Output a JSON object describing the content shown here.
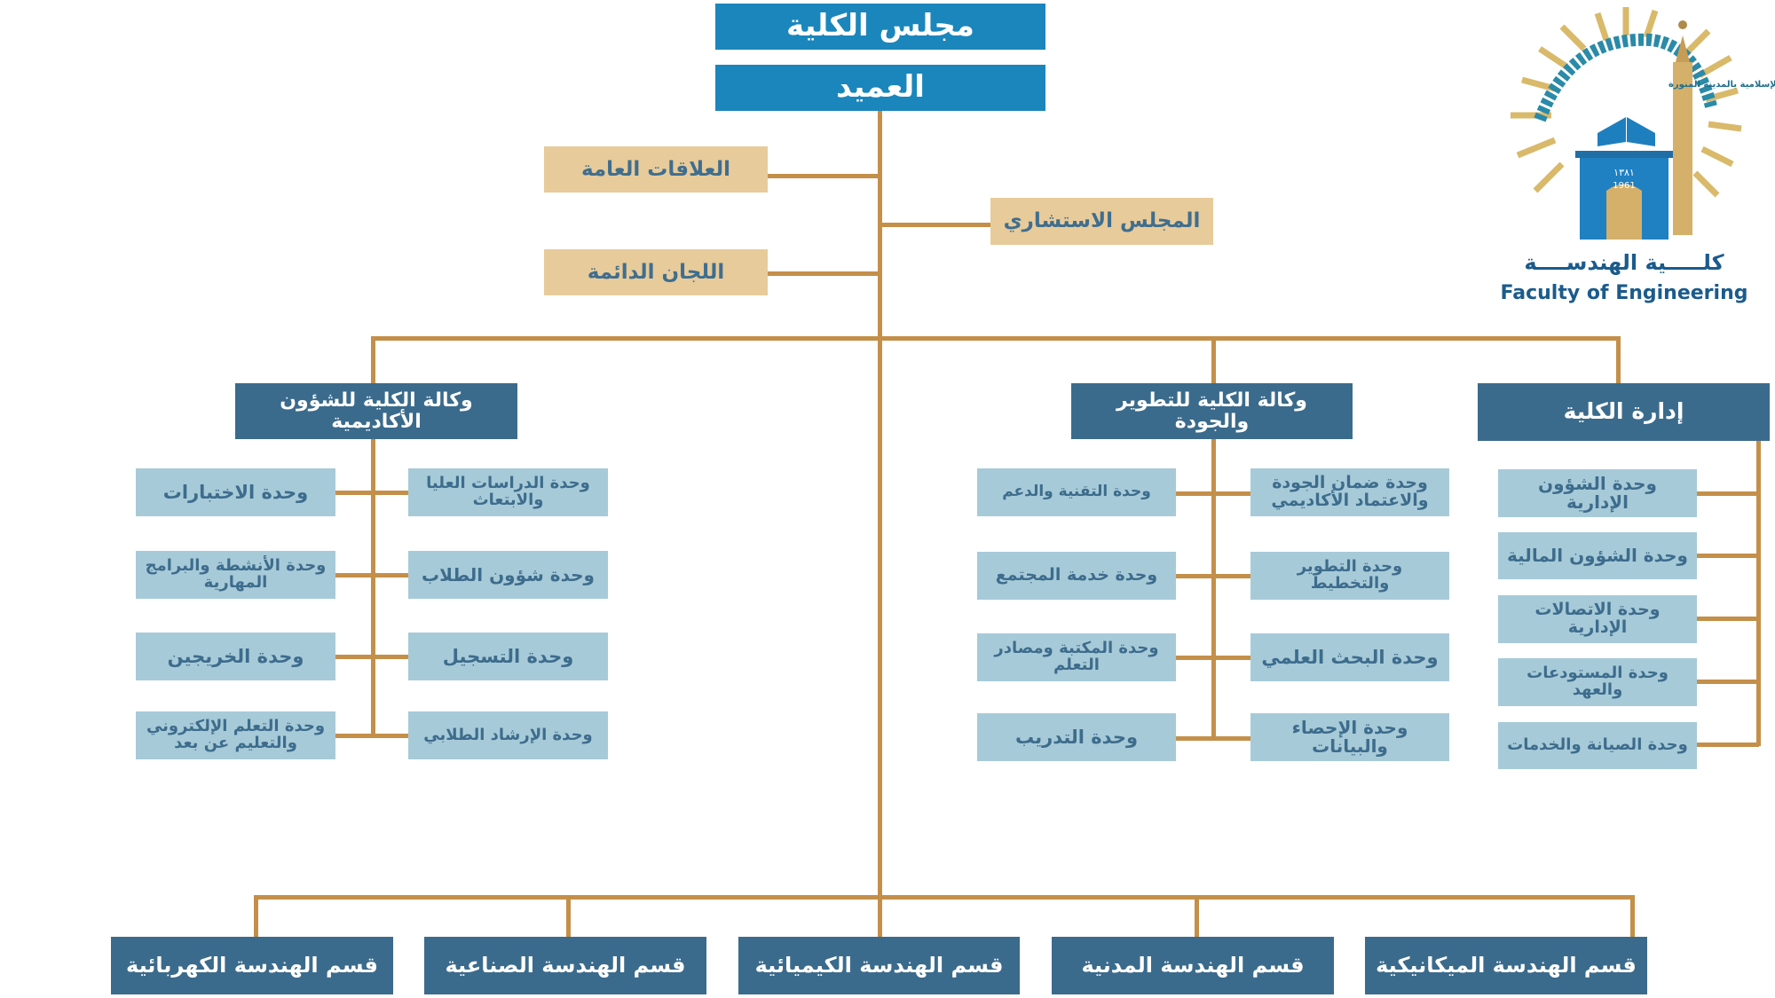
{
  "top": {
    "council": "مجلس الكلية",
    "dean": "العميد"
  },
  "side": {
    "public_relations": "العلاقات العامة",
    "standing_committees": "اللجان الدائمة",
    "advisory_council": "المجلس الاستشاري"
  },
  "academic": {
    "title": "وكالة الكلية للشؤون الأكاديمية",
    "units": [
      "وحدة الدراسات العليا والابتعاث",
      "وحدة الاختبارات",
      "وحدة شؤون الطلاب",
      "وحدة الأنشطة والبرامج المهارية",
      "وحدة التسجيل",
      "وحدة الخريجين",
      "وحدة الإرشاد الطلابي",
      "وحدة التعلم الإلكتروني والتعليم عن بعد"
    ]
  },
  "development": {
    "title": "وكالة الكلية للتطوير والجودة",
    "units": [
      "وحدة ضمان الجودة والاعتماد الأكاديمي",
      "وحدة التقنية والدعم",
      "وحدة التطوير والتخطيط",
      "وحدة خدمة المجتمع",
      "وحدة البحث العلمي",
      "وحدة المكتبة ومصادر التعلم",
      "وحدة الإحصاء والبيانات",
      "وحدة التدريب"
    ]
  },
  "administration": {
    "title": "إدارة الكلية",
    "units": [
      "وحدة الشؤون الإدارية",
      "وحدة الشؤون المالية",
      "وحدة الاتصالات الإدارية",
      "وحدة المستودعات والعهد",
      "وحدة الصيانة والخدمات"
    ]
  },
  "departments": [
    "قسم الهندسة الكهربائية",
    "قسم الهندسة الصناعية",
    "قسم الهندسة الكيميائية",
    "قسم الهندسة المدنية",
    "قسم الهندسة الميكانيكية"
  ],
  "logo": {
    "arabic": "كلـــــية الهندســــة",
    "english": "Faculty of Engineering",
    "university": "الجامعة الإسلامية بالمدينة المنورة",
    "year_hijri": "١٣٨١",
    "year": "1961"
  },
  "colors": {
    "top": "#1b86bc",
    "header": "#3b6b8c",
    "unit": "#a7cad8",
    "beige": "#e8cb9a",
    "line": "#c48f49"
  }
}
